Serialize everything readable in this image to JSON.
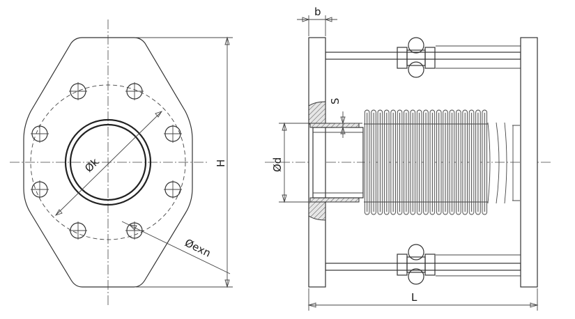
{
  "labels": {
    "flange_height": "H",
    "bolt_circle": "Øk",
    "bolt_hole": "Øexn",
    "flange_thickness": "b",
    "wall_thickness": "S",
    "nominal_diameter": "Ød",
    "overall_length": "L"
  },
  "colors": {
    "line": "#333333",
    "hatch_fill": "#e6e6e6",
    "background": "#ffffff"
  }
}
